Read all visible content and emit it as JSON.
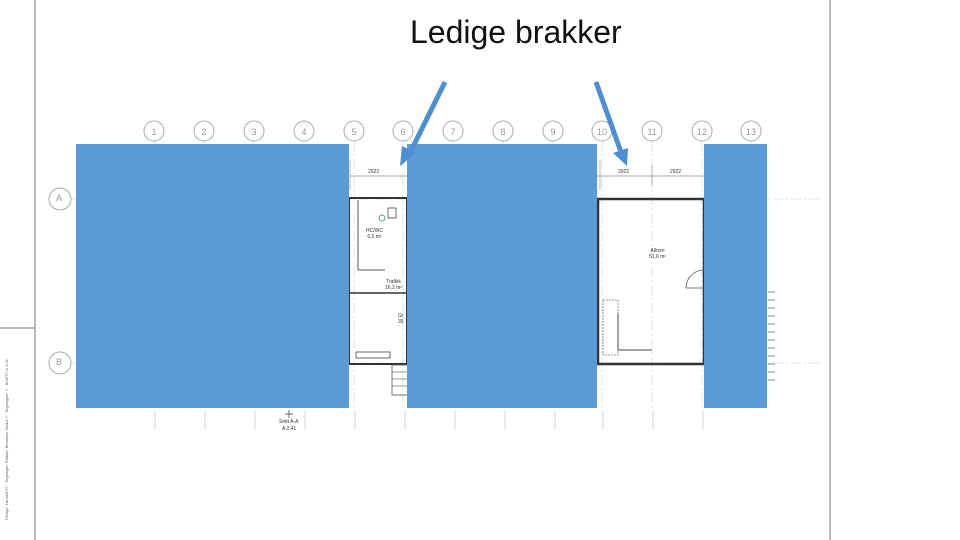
{
  "title": "Ledige brakker",
  "grid_columns": [
    "1",
    "2",
    "3",
    "4",
    "5",
    "6",
    "7",
    "8",
    "9",
    "10",
    "11",
    "12",
    "13"
  ],
  "grid_rows": [
    "A",
    "B"
  ],
  "dimensions": [
    "2922",
    "2922",
    "2922"
  ],
  "rooms": {
    "hc_wc": "HC/WC",
    "hc_wc_area": "6,5 m²",
    "trafikk": "Trafikk",
    "trafikk_area": "16,2 m²",
    "rom_left": "Gr",
    "rom_left_area": "35",
    "allrom": "Allrom",
    "allrom_area": "51,6 m²"
  },
  "section_marker": {
    "label": "Snitt A-A",
    "ref": "A 2.41"
  },
  "sheet_text": "Design: Lønnet/?/?  ·  Tegninger: Brakke, Bernkløv, Modul ?  ·  Tegningsnr: ? - Bod/?/? A 1-01",
  "colors": {
    "cover_blue": "#5b9bd5",
    "arrow_blue": "#4f8ecf",
    "line_gray": "#9a9a9a"
  }
}
